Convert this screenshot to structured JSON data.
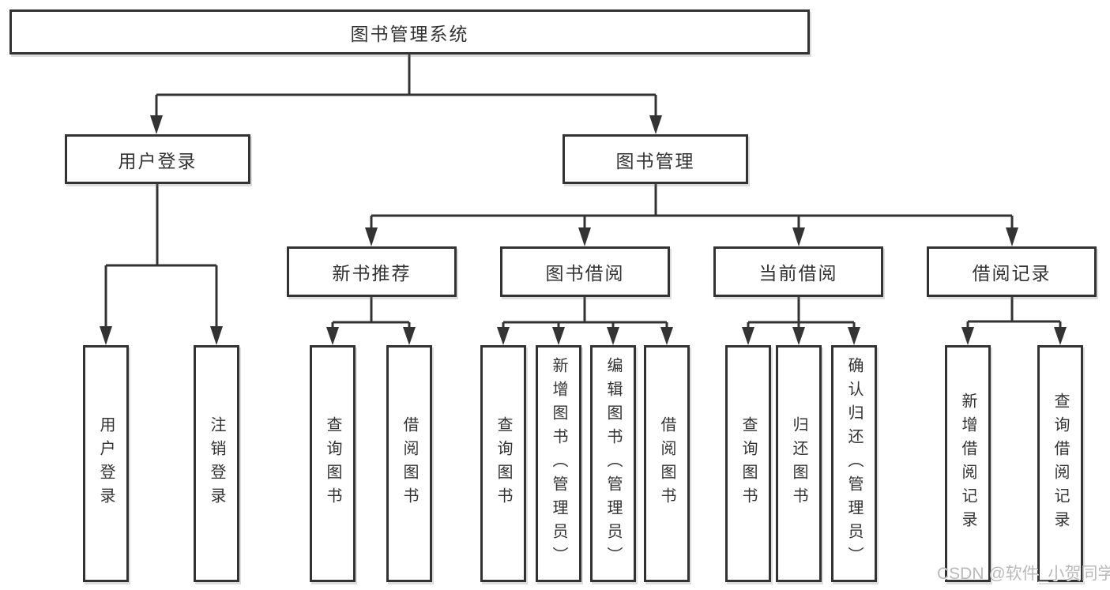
{
  "colors": {
    "line": "#333333",
    "text": "#333333",
    "box_background": "#ffffff",
    "watermark": "#b9b9b9"
  },
  "tree": {
    "label": "图书管理系统",
    "children": [
      {
        "label": "用户登录",
        "children": [
          {
            "label": "用户登录"
          },
          {
            "label": "注销登录"
          }
        ]
      },
      {
        "label": "图书管理",
        "children": [
          {
            "label": "新书推荐",
            "children": [
              {
                "label": "查询图书"
              },
              {
                "label": "借阅图书"
              }
            ]
          },
          {
            "label": "图书借阅",
            "children": [
              {
                "label": "查询图书"
              },
              {
                "label": "新增图书（管理员）"
              },
              {
                "label": "编辑图书（管理员）"
              },
              {
                "label": "借阅图书"
              }
            ]
          },
          {
            "label": "当前借阅",
            "children": [
              {
                "label": "查询图书"
              },
              {
                "label": "归还图书"
              },
              {
                "label": "确认归还（管理员）"
              }
            ]
          },
          {
            "label": "借阅记录",
            "children": [
              {
                "label": "新增借阅记录"
              },
              {
                "label": "查询借阅记录"
              }
            ]
          }
        ]
      }
    ]
  },
  "watermark": "CSDN @软件_小贺同学"
}
